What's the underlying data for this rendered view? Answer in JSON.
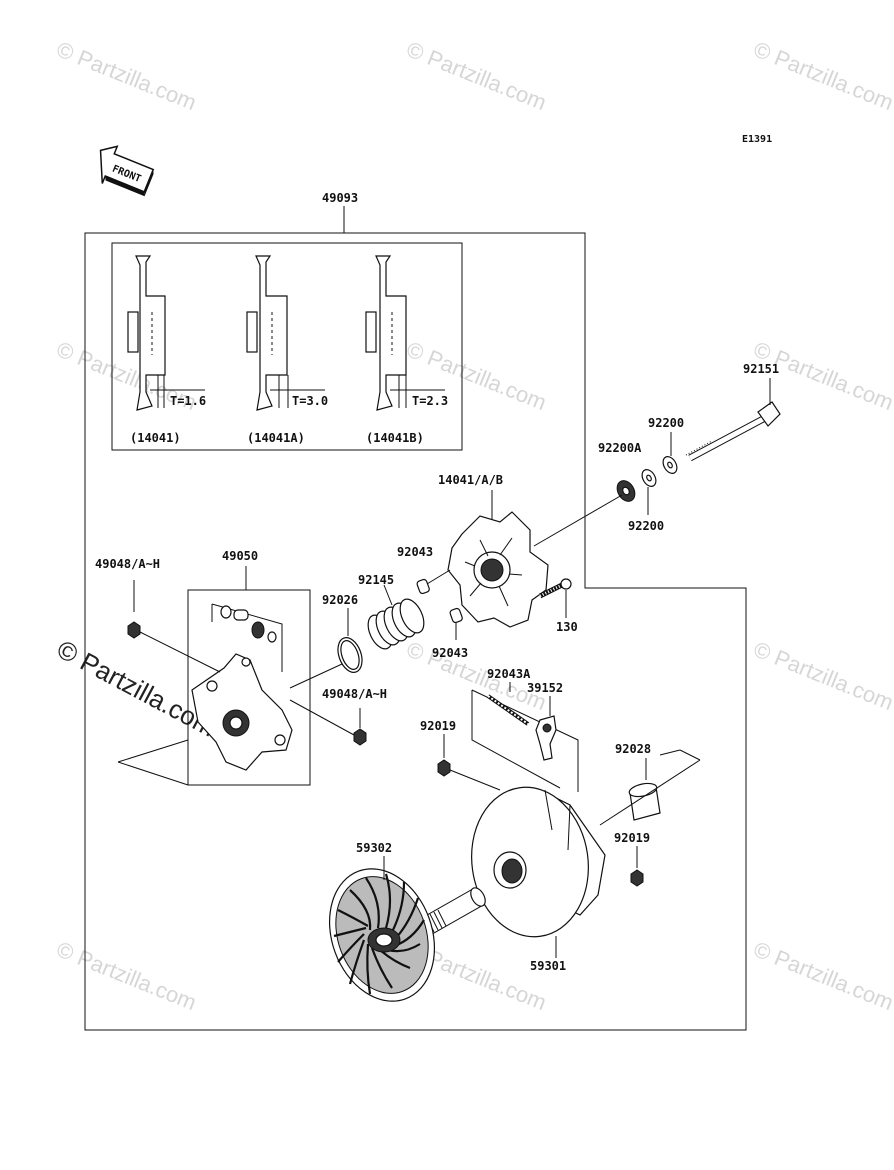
{
  "diagram": {
    "figure_code": "E1391",
    "front_label": "FRONT",
    "watermark": "© Partzilla.com",
    "shims": [
      {
        "thickness": "T=1.6",
        "code": "(14041)"
      },
      {
        "thickness": "T=3.0",
        "code": "(14041A)"
      },
      {
        "thickness": "T=2.3",
        "code": "(14041B)"
      }
    ],
    "parts": {
      "p49093": "49093",
      "p92151": "92151",
      "p92200_top": "92200",
      "p92200A": "92200A",
      "p92200_bottom": "92200",
      "p14041AB": "14041/A/B",
      "p92043_top": "92043",
      "p92145": "92145",
      "p49050": "49050",
      "p49048_left": "49048/A~H",
      "p92026": "92026",
      "p130": "130",
      "p92043_bottom": "92043",
      "p92043A": "92043A",
      "p39152": "39152",
      "p49048_right": "49048/A~H",
      "p92019_left": "92019",
      "p92028": "92028",
      "p92019_right": "92019",
      "p59302": "59302",
      "p59301": "59301"
    }
  }
}
